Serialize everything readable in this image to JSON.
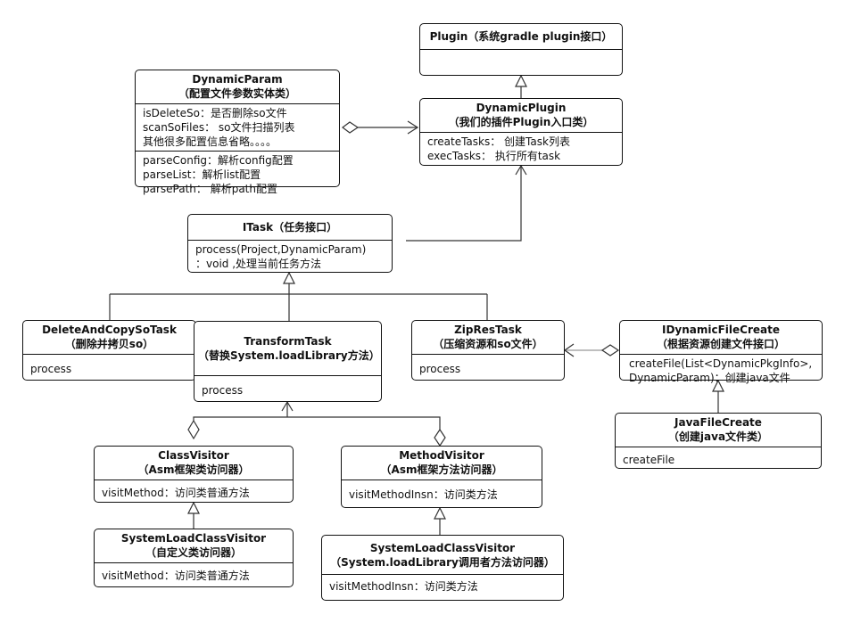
{
  "plugin": {
    "title": "Plugin（系统gradle plugin接口）"
  },
  "dynamic_param": {
    "title": "DynamicParam",
    "subtitle": "（配置文件参数实体类）",
    "attrs": [
      "isDeleteSo：是否删除so文件",
      "scanSoFiles： so文件扫描列表",
      "其他很多配置信息省略。。。。"
    ],
    "methods": [
      "parseConfig：解析config配置",
      "parseList：解析list配置",
      "parsePath： 解析path配置"
    ]
  },
  "dynamic_plugin": {
    "title": "DynamicPlugin",
    "subtitle": "（我们的插件Plugin入口类）",
    "methods": [
      "createTasks：  创建Task列表",
      "execTasks：  执行所有task"
    ]
  },
  "itask": {
    "title": "ITask（任务接口）",
    "methods": [
      "process(Project,DynamicParam)",
      "：void ,处理当前任务方法"
    ]
  },
  "delete_task": {
    "title": "DeleteAndCopySoTask",
    "subtitle": "（删除并拷贝so）",
    "method": "process"
  },
  "transform_task": {
    "title": "TransformTask",
    "subtitle": "（替换System.loadLibrary方法）",
    "method": "process"
  },
  "zip_task": {
    "title": "ZipResTask",
    "subtitle": "（压缩资源和so文件）",
    "method": "process"
  },
  "idynamic": {
    "title": "IDynamicFileCreate",
    "subtitle": "（根据资源创建文件接口）",
    "methods": [
      "createFile(List<DynamicPkgInfo>,",
      "DynamicParam)：创建java文件"
    ]
  },
  "java_file": {
    "title": "JavaFileCreate",
    "subtitle": "（创建java文件类）",
    "method": "createFile"
  },
  "class_visitor": {
    "title": "ClassVisitor",
    "subtitle": "（Asm框架类访问器）",
    "method": "visitMethod：访问类普通方法"
  },
  "method_visitor": {
    "title": "MethodVisitor",
    "subtitle": "（Asm框架方法访问器）",
    "method": "visitMethodInsn：访问类方法"
  },
  "sys_class_visitor": {
    "title": "SystemLoadClassVisitor",
    "subtitle": "（自定义类访问器）",
    "method": "visitMethod：访问类普通方法"
  },
  "sys_method_visitor": {
    "title": "SystemLoadClassVisitor",
    "subtitle": "（System.loadLibrary调用者方法访问器）",
    "method": "visitMethodInsn：访问类方法"
  }
}
